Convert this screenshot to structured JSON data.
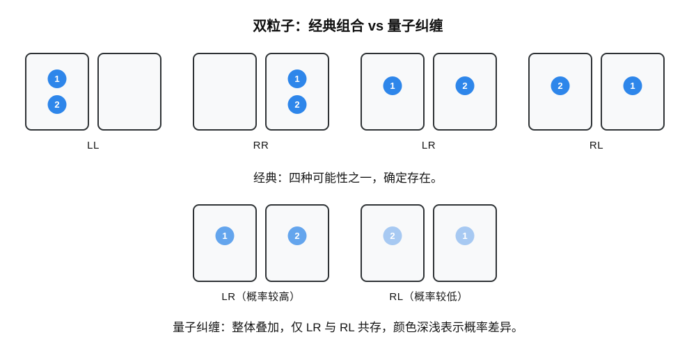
{
  "title": "双粒子：经典组合 vs 量子纠缠",
  "colors": {
    "particle_full": "#2e86ea",
    "particle_high_probability": "#64a5ed",
    "particle_low_probability": "#a7c9f2",
    "box_fill": "#f8f9fa",
    "box_border": "#2e3235",
    "text": "#141414"
  },
  "classical": {
    "caption": "经典：四种可能性之一，确定存在。",
    "pairs": [
      {
        "label": "LL",
        "left": [
          "1",
          "2"
        ],
        "right": []
      },
      {
        "label": "RR",
        "left": [],
        "right": [
          "1",
          "2"
        ]
      },
      {
        "label": "LR",
        "left": [
          "1"
        ],
        "right": [
          "2"
        ]
      },
      {
        "label": "RL",
        "left": [
          "2"
        ],
        "right": [
          "1"
        ]
      }
    ]
  },
  "quantum": {
    "caption": "量子纠缠：整体叠加，仅 LR 与 RL 共存，颜色深浅表示概率差异。",
    "pairs": [
      {
        "label": "LR（概率较高）",
        "probability": "high",
        "left": [
          "1"
        ],
        "right": [
          "2"
        ]
      },
      {
        "label": "RL（概率较低）",
        "probability": "low",
        "left": [
          "2"
        ],
        "right": [
          "1"
        ]
      }
    ]
  }
}
